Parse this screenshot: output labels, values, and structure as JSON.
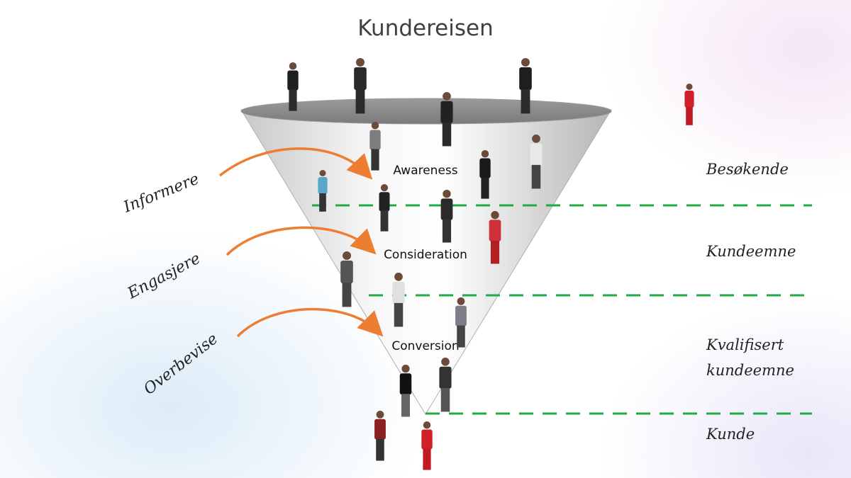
{
  "title": "Kundereisen",
  "funnel": {
    "stages": [
      "Awareness",
      "Consideration",
      "Conversion"
    ]
  },
  "actions": [
    "Informere",
    "Engasjere",
    "Overbevise"
  ],
  "roles": [
    "Besøkende",
    "Kundeemne",
    "Kvalifisert",
    "kundeemne",
    "Kunde"
  ],
  "colors": {
    "arrow": "#ed7d31",
    "divider": "#22aa44",
    "funnel_rim": "#8a8a8a",
    "accent_red": "#d0202a"
  }
}
